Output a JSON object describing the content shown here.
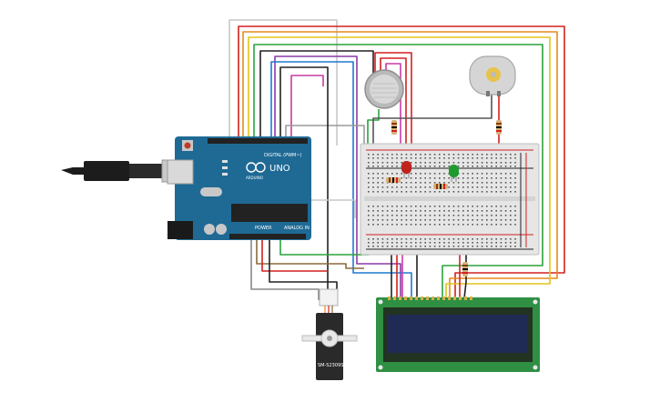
{
  "arduino": {
    "model": "UNO",
    "brand": "ARDUINO",
    "header_digital": "DIGITAL (PWM~)",
    "header_power": "POWER",
    "header_analog": "ANALOG IN",
    "colors": {
      "board": "#1f6a95",
      "headers": "#222222"
    }
  },
  "servo": {
    "model": "SM-S2309S"
  },
  "components": {
    "gas_sensor": "gas-sensor",
    "dc_motor": "dc-motor",
    "led_red": "#c0221c",
    "led_green": "#1f9a2e",
    "lcd": {
      "board": "#2f8f43",
      "screen": "#1f2a55"
    }
  },
  "wire_colors": [
    "#d32020",
    "#e58a1b",
    "#e3c31a",
    "#2aa33c",
    "#1c7ad2",
    "#8a3aa6",
    "#c83aa6",
    "#222222",
    "#888888",
    "#c8c8c8",
    "#8b6a3a"
  ]
}
